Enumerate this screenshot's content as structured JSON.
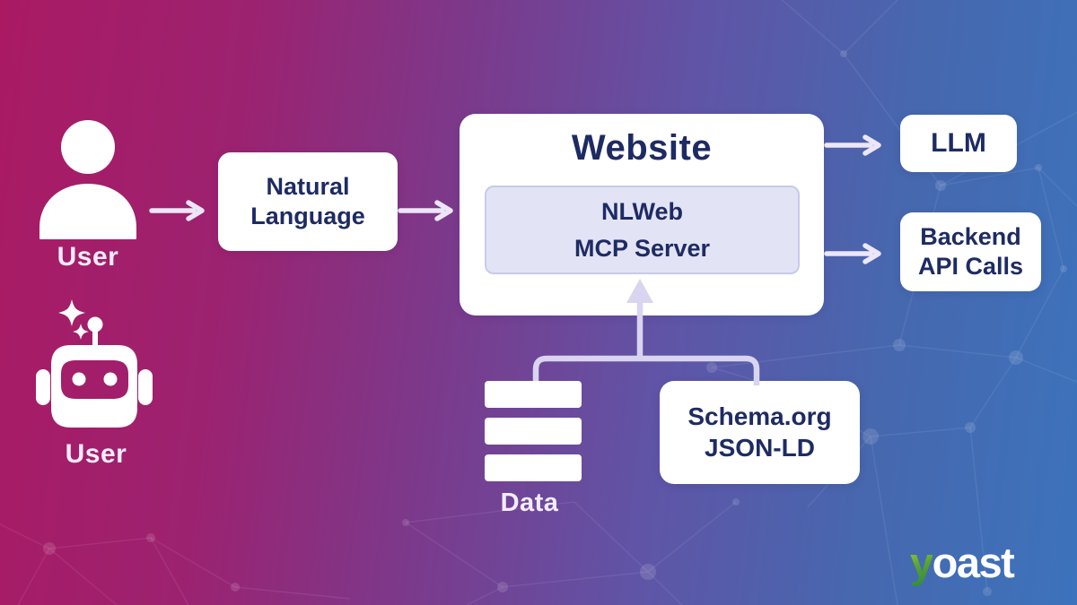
{
  "nodes": {
    "human_user": {
      "label": "User"
    },
    "ai_user": {
      "label": "User"
    },
    "natural_language": {
      "line1": "Natural",
      "line2": "Language"
    },
    "website": {
      "title": "Website",
      "inner_line1": "NLWeb",
      "inner_line2": "MCP Server"
    },
    "llm": {
      "label": "LLM"
    },
    "backend": {
      "line1": "Backend",
      "line2": "API Calls"
    },
    "data": {
      "label": "Data"
    },
    "schema": {
      "line1": "Schema.org",
      "line2": "JSON-LD"
    }
  },
  "branding": {
    "logo_first_letter": "y",
    "logo_rest": "oast"
  },
  "colors": {
    "bg_left": "#aa1a63",
    "bg_middle": "#5f55a7",
    "bg_right": "#3c73bc",
    "node_box_bg": "#ffffff",
    "inner_box_bg": "#e2e4f6",
    "inner_box_border": "#c7cbe8",
    "text_navy": "#1e2b63",
    "arrow_light": "#ece6f8",
    "connector_lavender": "#d9d4f0",
    "label_light": "#f2ecfa",
    "yoast_green": "#77b227"
  }
}
